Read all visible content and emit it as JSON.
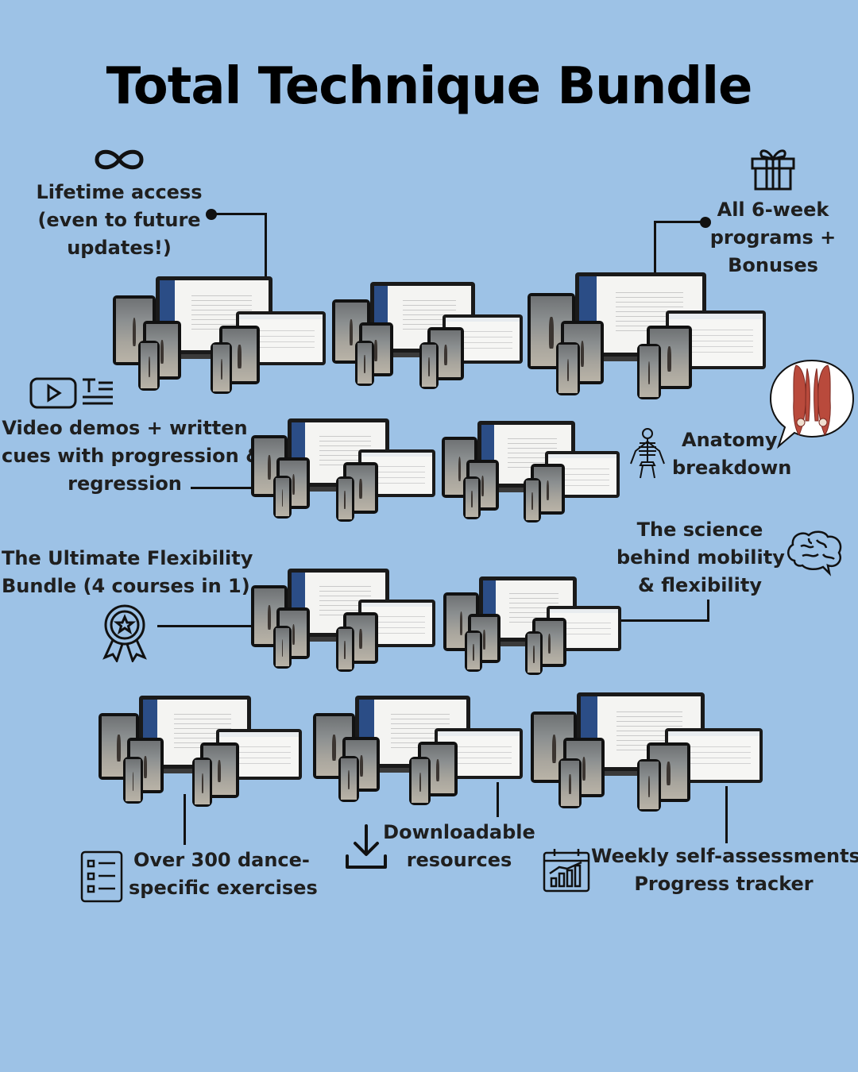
{
  "title": "Total Technique Bundle",
  "features": {
    "lifetime": {
      "lines": [
        "Lifetime access",
        "(even to future",
        "updates!)"
      ],
      "icon": "infinity-icon"
    },
    "programs": {
      "lines": [
        "All 6-week",
        "programs +",
        "Bonuses"
      ],
      "icon": "gift-icon"
    },
    "video": {
      "lines": [
        "Video demos + written",
        "cues with progression &",
        "regression"
      ],
      "icon": "video-text-icon"
    },
    "anatomy": {
      "lines": [
        "Anatomy",
        "breakdown"
      ],
      "icon": "skeleton-icon"
    },
    "flexibility": {
      "lines": [
        "The Ultimate Flexibility",
        "Bundle (4 courses in 1)"
      ],
      "icon": "award-ribbon-icon"
    },
    "science": {
      "lines": [
        "The science",
        "behind mobility",
        "& flexibility"
      ],
      "icon": "brain-icon"
    },
    "exercises": {
      "lines": [
        "Over 300 dance-",
        "specific exercises"
      ],
      "icon": "checklist-icon"
    },
    "downloads": {
      "lines": [
        "Downloadable",
        "resources"
      ],
      "icon": "download-icon"
    },
    "weekly": {
      "lines": [
        "Weekly self-assessments +",
        "Progress tracker"
      ],
      "icon": "calendar-chart-icon"
    }
  },
  "colors": {
    "background": "#9dc2e6",
    "text": "#1f1f1f",
    "laptop_sidebar": "#2b4d86"
  }
}
